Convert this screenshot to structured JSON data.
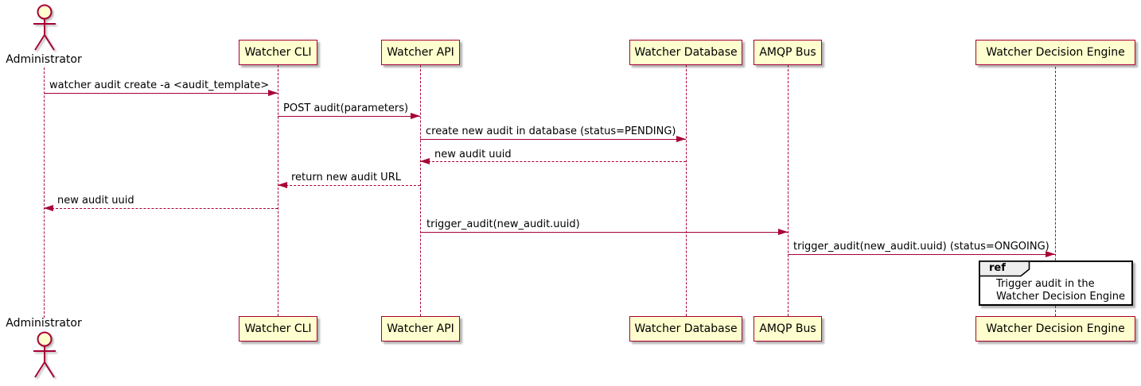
{
  "diagram": {
    "type": "sequence-diagram",
    "actor": {
      "name": "Administrator"
    },
    "participants": [
      {
        "name": "Watcher CLI"
      },
      {
        "name": "Watcher API"
      },
      {
        "name": "Watcher Database"
      },
      {
        "name": "AMQP Bus"
      },
      {
        "name": "Watcher Decision Engine"
      }
    ],
    "messages": [
      {
        "from": "Administrator",
        "to": "Watcher CLI",
        "label": "watcher audit create -a <audit_template>",
        "line": "solid"
      },
      {
        "from": "Watcher CLI",
        "to": "Watcher API",
        "label": "POST audit(parameters)",
        "line": "solid"
      },
      {
        "from": "Watcher API",
        "to": "Watcher Database",
        "label": "create new audit in database (status=PENDING)",
        "line": "solid"
      },
      {
        "from": "Watcher Database",
        "to": "Watcher API",
        "label": "new audit uuid",
        "line": "dashed"
      },
      {
        "from": "Watcher API",
        "to": "Watcher CLI",
        "label": "return new audit URL",
        "line": "dashed"
      },
      {
        "from": "Watcher CLI",
        "to": "Administrator",
        "label": "new audit uuid",
        "line": "dashed"
      },
      {
        "from": "Watcher API",
        "to": "AMQP Bus",
        "label": "trigger_audit(new_audit.uuid)",
        "line": "solid"
      },
      {
        "from": "AMQP Bus",
        "to": "Watcher Decision Engine",
        "label": "trigger_audit(new_audit.uuid) (status=ONGOING)",
        "line": "solid"
      }
    ],
    "ref": {
      "keyword": "ref",
      "line1": "Trigger audit in the",
      "line2": "Watcher Decision Engine"
    },
    "colors": {
      "participant_fill": "#FEFECE",
      "participant_border": "#A80036",
      "arrow_line": "#A80036",
      "text": "#000000",
      "ref_border": "#000000",
      "ref_tab_fill": "#EEEEEE",
      "background": "#FFFFFF"
    }
  }
}
